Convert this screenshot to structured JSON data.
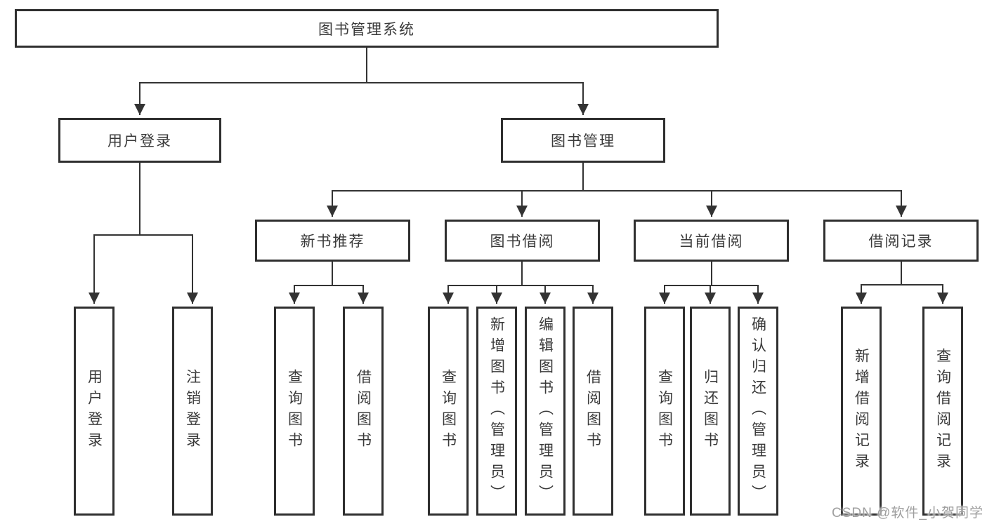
{
  "tree": {
    "label": "图书管理系统",
    "children": [
      {
        "label": "用户登录",
        "children": [
          {
            "label": "用户登录"
          },
          {
            "label": "注销登录"
          }
        ]
      },
      {
        "label": "图书管理",
        "children": [
          {
            "label": "新书推荐",
            "children": [
              {
                "label": "查询图书"
              },
              {
                "label": "借阅图书"
              }
            ]
          },
          {
            "label": "图书借阅",
            "children": [
              {
                "label": "查询图书"
              },
              {
                "label": "新增图书（管理员）"
              },
              {
                "label": "编辑图书（管理员）"
              },
              {
                "label": "借阅图书"
              }
            ]
          },
          {
            "label": "当前借阅",
            "children": [
              {
                "label": "查询图书"
              },
              {
                "label": "归还图书"
              },
              {
                "label": "确认归还（管理员）"
              }
            ]
          },
          {
            "label": "借阅记录",
            "children": [
              {
                "label": "新增借阅记录"
              },
              {
                "label": "查询借阅记录"
              }
            ]
          }
        ]
      }
    ]
  },
  "watermark": {
    "text": "CSDN @软件_小贺同学"
  },
  "colors": {
    "line": "#333333",
    "box_border": "#2f2f2f",
    "text": "#3a3a3a",
    "watermark": "#9e9e9e",
    "background": "#ffffff"
  }
}
